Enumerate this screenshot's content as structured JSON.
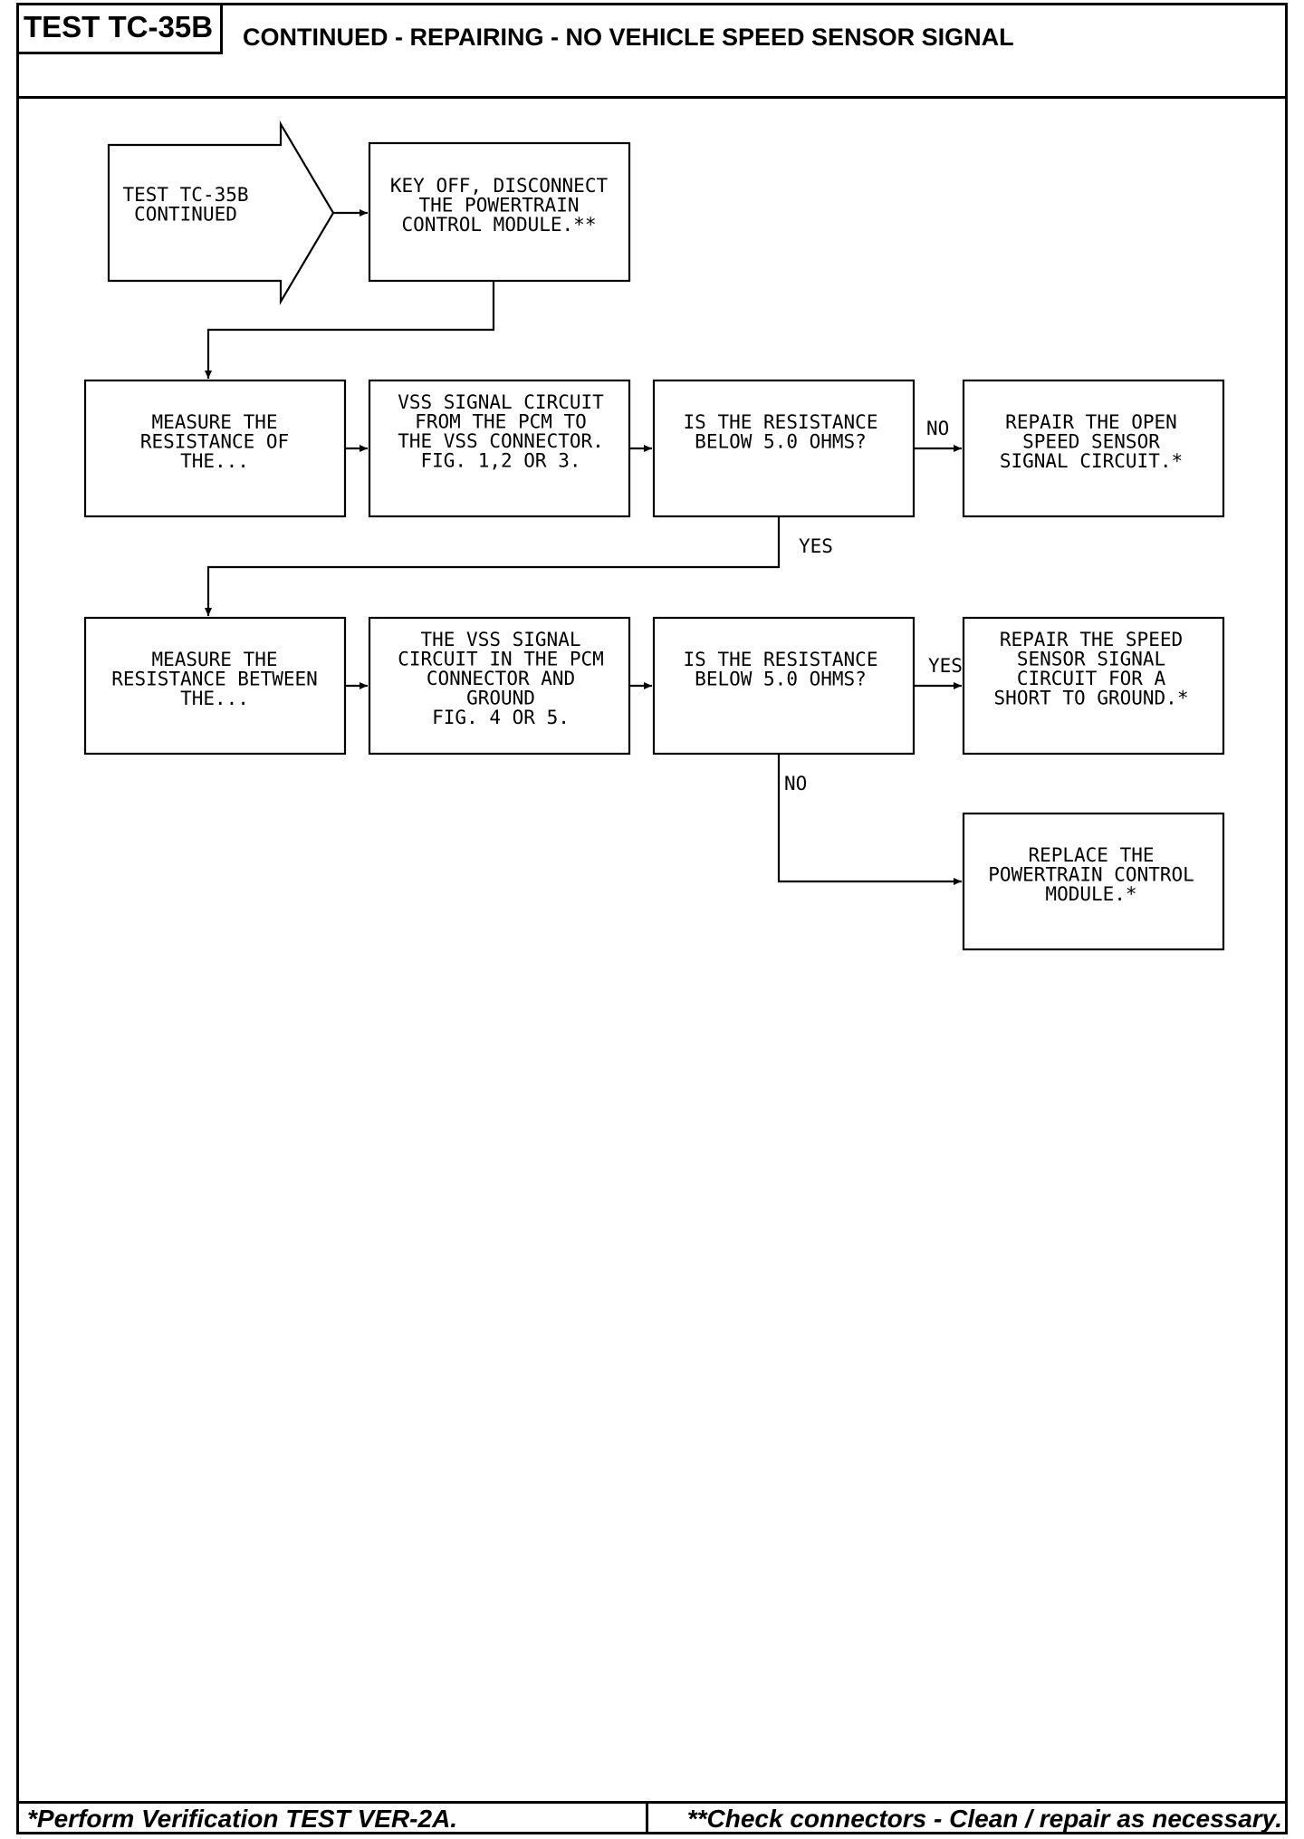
{
  "header": {
    "test_id": "TEST TC-35B",
    "title": "CONTINUED - REPAIRING - NO VEHICLE SPEED SENSOR SIGNAL"
  },
  "flow": {
    "start": [
      "TEST TC-35B",
      "CONTINUED"
    ],
    "key_off": [
      "KEY OFF, DISCONNECT",
      "THE POWERTRAIN",
      "CONTROL MODULE.**"
    ],
    "row1": {
      "measure": [
        "MEASURE THE",
        "RESISTANCE OF",
        "THE..."
      ],
      "circuit": [
        "VSS SIGNAL CIRCUIT",
        "FROM THE PCM TO",
        "THE VSS CONNECTOR.",
        "FIG. 1,2 OR 3."
      ],
      "question": [
        "IS THE RESISTANCE",
        "BELOW 5.0 OHMS?"
      ],
      "no_label": "NO",
      "repair": [
        "REPAIR THE OPEN",
        "SPEED SENSOR",
        "SIGNAL CIRCUIT.*"
      ],
      "yes_label": "YES"
    },
    "row2": {
      "measure": [
        "MEASURE THE",
        "RESISTANCE BETWEEN",
        "THE..."
      ],
      "circuit": [
        "THE VSS SIGNAL",
        "CIRCUIT IN THE PCM",
        "CONNECTOR AND",
        "GROUND",
        "FIG. 4 OR 5."
      ],
      "question": [
        "IS THE RESISTANCE",
        "BELOW 5.0 OHMS?"
      ],
      "yes_label": "YES",
      "repair": [
        "REPAIR THE SPEED",
        "SENSOR SIGNAL",
        "CIRCUIT FOR A",
        "SHORT TO GROUND.*"
      ],
      "no_label": "NO",
      "replace": [
        "REPLACE THE",
        "POWERTRAIN CONTROL",
        "MODULE.*"
      ]
    }
  },
  "footer": {
    "left_note": "*Perform Verification TEST VER-2A.",
    "right_note": "**Check connectors - Clean / repair as necessary."
  }
}
